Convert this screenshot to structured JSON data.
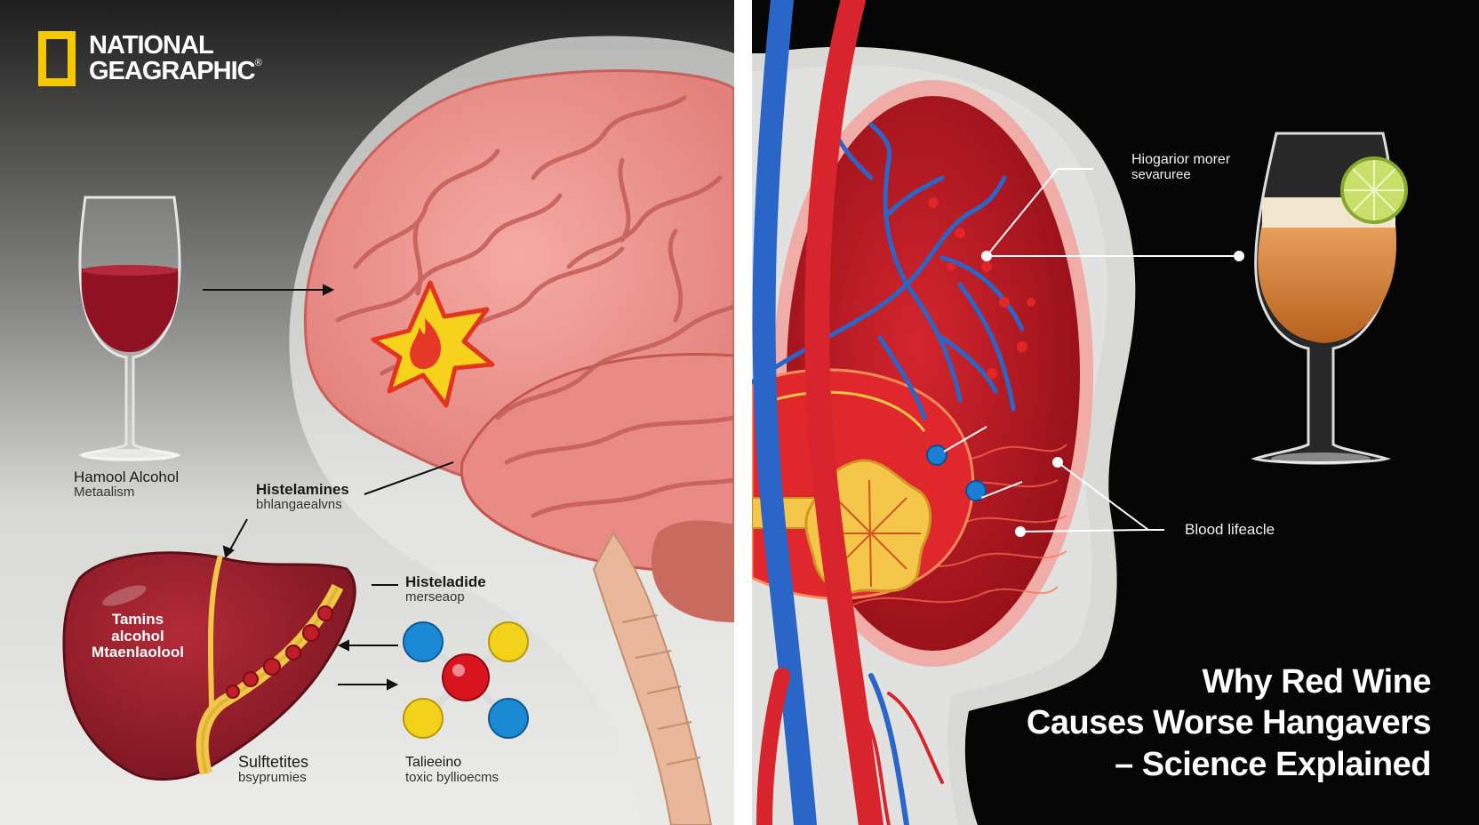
{
  "brand": {
    "line1": "NATIONAL",
    "line2": "GEAGRAPHIC",
    "mark": "®"
  },
  "title": {
    "line1": "Why Red Wine",
    "line2": "Causes Worse Hangavers",
    "line3": "– Science Explained"
  },
  "labels": {
    "metabolism": {
      "line1": "Hamool Alcohol",
      "line2": "Metaalism"
    },
    "histamines": {
      "line1": "Histelamines",
      "line2": "bhlangaealvns"
    },
    "liver": {
      "line1": "Tamins",
      "line2": "alcohol",
      "line3": "Mtaenlaolool"
    },
    "histeladide": {
      "line1": "Histeladide",
      "line2": "merseaop"
    },
    "sulfites": {
      "line1": "Sulftetites",
      "line2": "bsyprumies"
    },
    "toxic": {
      "line1": "Talieeino",
      "line2": "toxic byllioecms"
    },
    "severity": {
      "line1": "Hiogarior morer",
      "line2": "sevaruree"
    },
    "blood": {
      "line1": "Blood lifeacle"
    }
  },
  "colors": {
    "gold": "#f5c800",
    "wine": "#8e1222",
    "brain": "#ee9590",
    "artery": "#d8242c",
    "vein": "#2a66c8",
    "beer": "#d9823a"
  }
}
